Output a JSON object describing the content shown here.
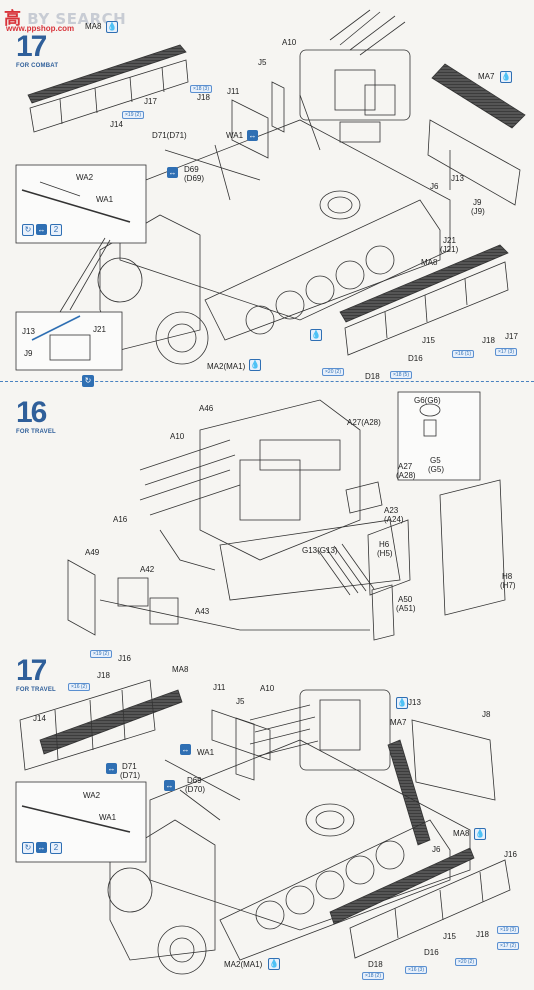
{
  "watermark": {
    "prefix": "高",
    "brand": "BY SEARCH",
    "site": "www.ppshop.com"
  },
  "steps": [
    {
      "number": "17",
      "caption": "FOR COMBAT"
    },
    {
      "number": "16",
      "caption": "FOR TRAVEL"
    },
    {
      "number": "17",
      "caption": "FOR TRAVEL"
    }
  ],
  "icons": {
    "glue": "💧",
    "flip": "↻",
    "repeat2": "2",
    "swap": "↔"
  },
  "labels": {
    "s1": {
      "MA8": "MA8",
      "A10": "A10",
      "J5": "J5",
      "MA7": "MA7",
      "J17": "J17",
      "J18": "J18",
      "J11": "J11",
      "J14": "J14",
      "D71": "D71(D71)",
      "WA1": "WA1",
      "D69": "D69",
      "D69b": "(D69)",
      "WA2": "WA2",
      "WA1b": "WA1",
      "J13": "J13",
      "J6": "J6",
      "J9": "J9",
      "J9b": "(J9)",
      "J21": "J21",
      "J21b": "(J21)",
      "MA8b": "MA8",
      "J13b": "J13",
      "J21c": "J21",
      "J9c": "J9",
      "J15": "J15",
      "J17b": "J17",
      "J18b": "J18",
      "D16": "D16",
      "D18": "D18",
      "MA2": "MA2(MA1)"
    },
    "s2": {
      "G6": "G6(G6)",
      "A46": "A46",
      "A27": "A27(A28)",
      "A10": "A10",
      "G5": "G5",
      "G5b": "(G5)",
      "A27b": "A27",
      "A28": "(A28)",
      "A23": "A23",
      "A24": "(A24)",
      "A16": "A16",
      "H6": "H6",
      "H5": "(H5)",
      "G13": "G13(G13)",
      "A49": "A49",
      "A42": "A42",
      "H8": "H8",
      "H7": "(H7)",
      "A50": "A50",
      "A51": "(A51)",
      "A43": "A43"
    },
    "s3": {
      "J16": "J16",
      "J18": "J18",
      "MA8": "MA8",
      "J11": "J11",
      "A10": "A10",
      "J13": "J13",
      "J8": "J8",
      "J14": "J14",
      "J5": "J5",
      "MA7": "MA7",
      "WA1": "WA1",
      "D71": "D71",
      "D71b": "(D71)",
      "D69": "D69",
      "D70": "(D70)",
      "WA2": "WA2",
      "WA1b": "WA1",
      "J6": "J6",
      "MA8b": "MA8",
      "J16b": "J16",
      "J15": "J15",
      "J18b": "J18",
      "D18": "D18",
      "D16": "D16",
      "MA2": "MA2(MA1)"
    }
  },
  "pills": {
    "p1": "×18 (3)",
    "p2": "×19 (2)",
    "p3": "×17 (3)",
    "p4": "×16 (1)",
    "p5": "×20 (2)",
    "p6": "×18 (5)",
    "p7": "×19 (2)",
    "p8": "×16 (2)",
    "p9": "×19 (3)",
    "p10": "×17 (2)",
    "p11": "×18 (2)",
    "p12": "×16 (3)",
    "p13": "×20 (2)"
  }
}
